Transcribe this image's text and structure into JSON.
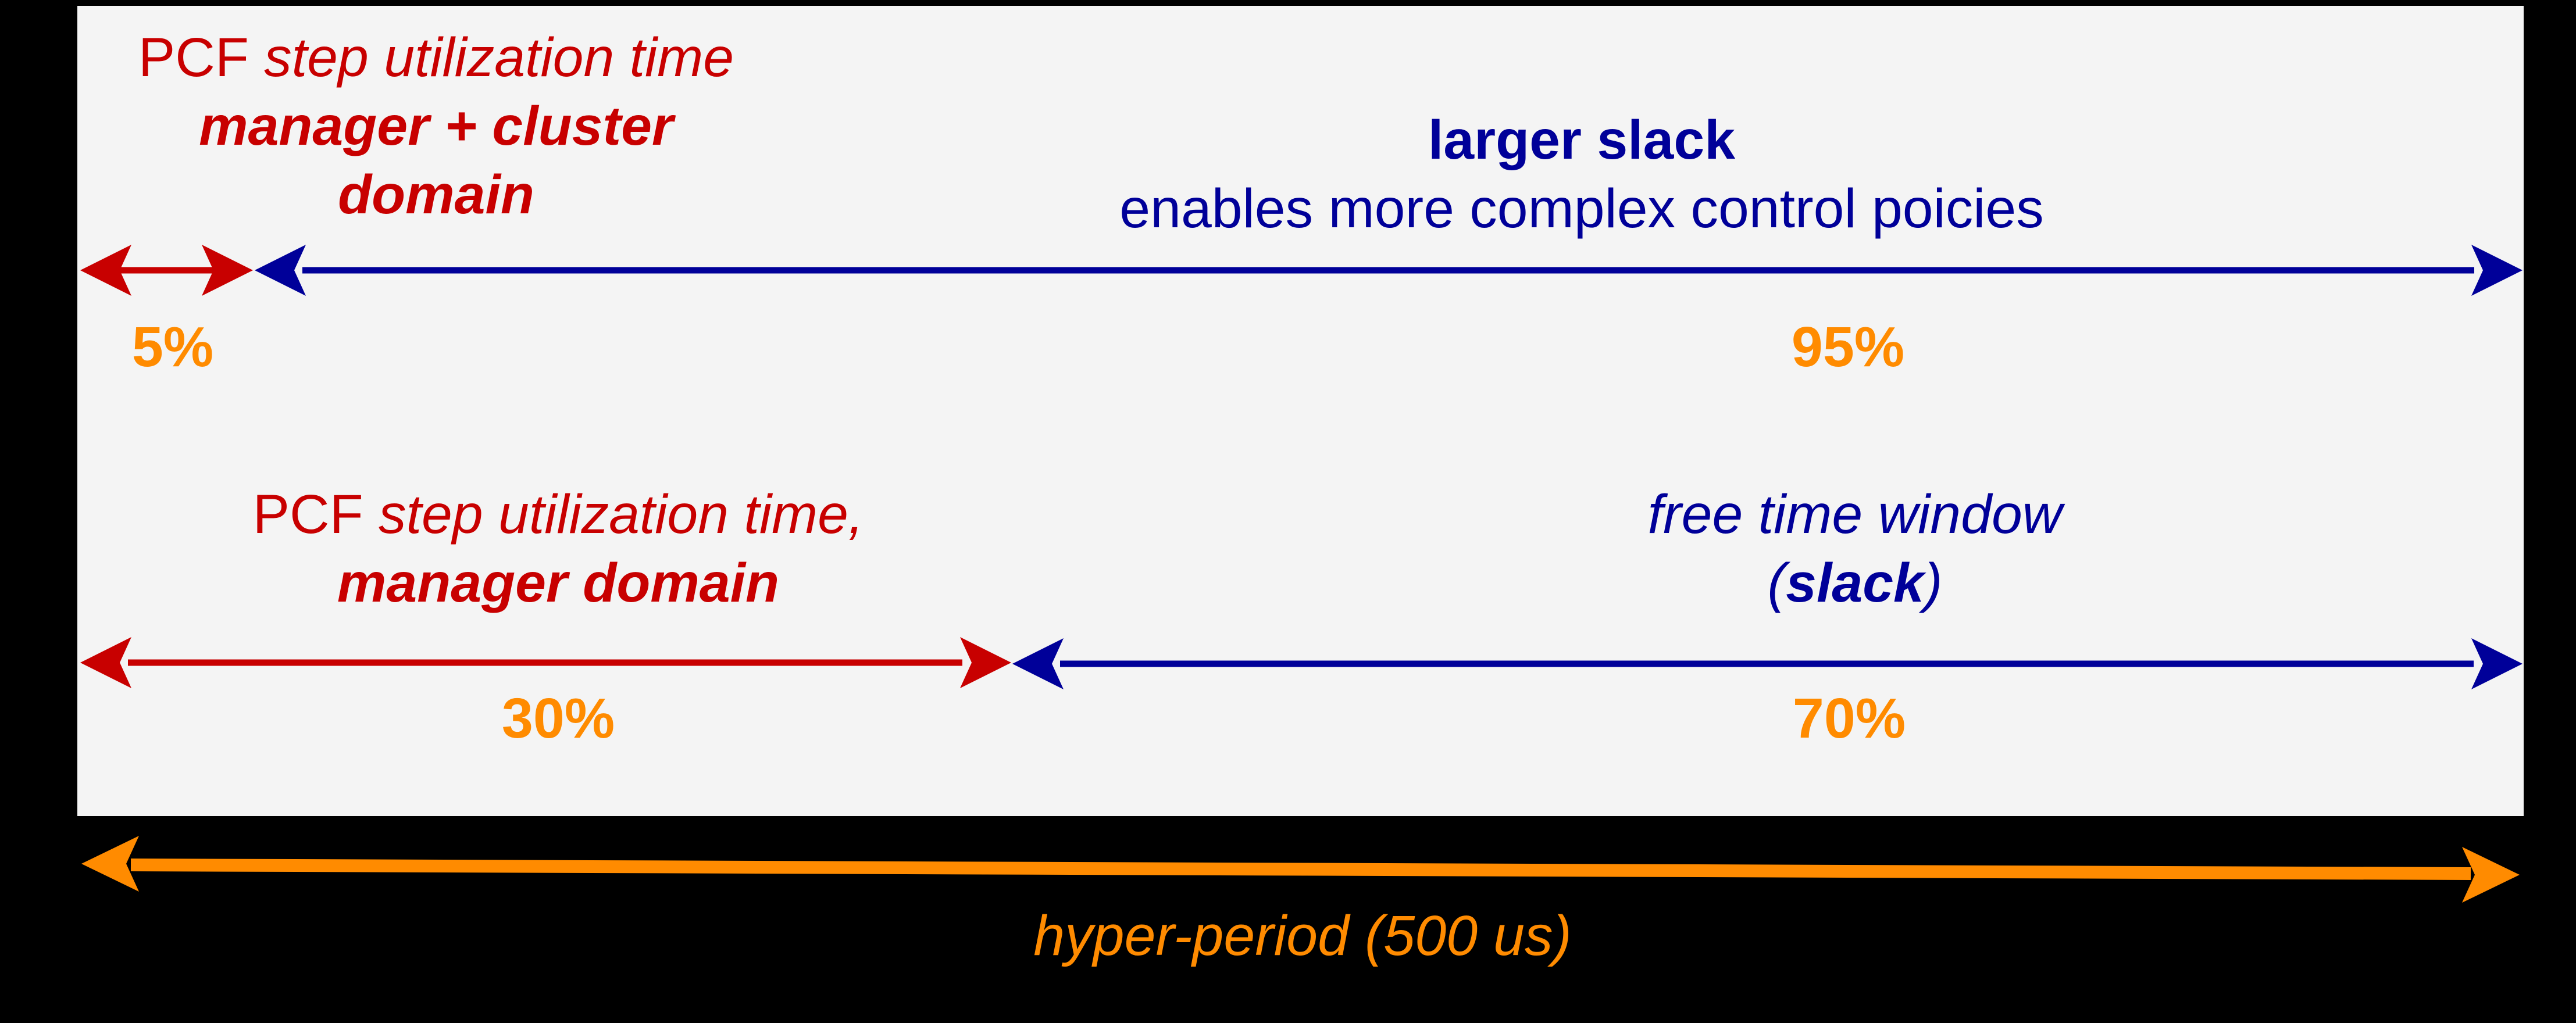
{
  "colors": {
    "background": "#000000",
    "panel": "#f4f4f4",
    "red": "#c80000",
    "blue": "#000099",
    "orange": "#ff8b00"
  },
  "row1": {
    "red_caption": {
      "prefix": "PCF ",
      "italic": "step utilization time",
      "line2": "manager + cluster",
      "line3": "domain"
    },
    "red_percent": "5%",
    "blue_caption": {
      "line1": "larger slack",
      "line2": "enables more complex control poicies"
    },
    "blue_percent": "95%"
  },
  "row2": {
    "red_caption": {
      "prefix": "PCF ",
      "italic": "step utilization time,",
      "line2": "manager domain"
    },
    "red_percent": "30%",
    "blue_caption": {
      "line1": "free time window",
      "open": "(",
      "bold": "slack",
      "close": ")"
    },
    "blue_percent": "70%"
  },
  "footer": {
    "caption": "hyper-period (500 us)"
  }
}
